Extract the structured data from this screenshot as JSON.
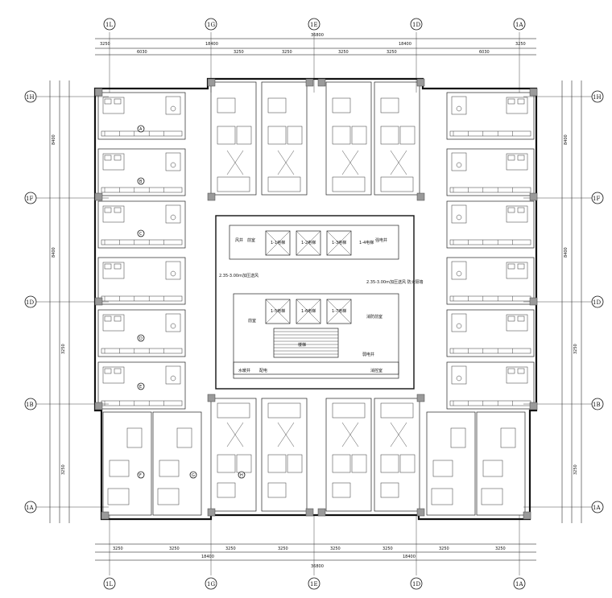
{
  "axes_top": [
    "1L",
    "1G",
    "1E",
    "1D",
    "1A"
  ],
  "axes_bottom": [
    "1L",
    "1G",
    "1E",
    "1D",
    "1A"
  ],
  "axes_left": [
    "1H",
    "1F",
    "1D",
    "1B",
    "1A"
  ],
  "axes_right": [
    "1H",
    "1F",
    "1D",
    "1B",
    "1A"
  ],
  "dims_top_row1": [
    "3250",
    "18400",
    "18400",
    "3250"
  ],
  "dims_top_row2": [
    "6030",
    "3250",
    "3250",
    "3250",
    "3250",
    "6030"
  ],
  "dims_top_total": "36800",
  "dims_bottom_row1": [
    "3250",
    "3250",
    "3250",
    "3250",
    "3250",
    "3250",
    "3250",
    "3250"
  ],
  "dims_bottom_row2": [
    "18400",
    "18400"
  ],
  "dims_bottom_total": "36800",
  "dims_left": [
    "3250",
    "8400",
    "8400",
    "3250"
  ],
  "dims_right": [
    "3250",
    "8400",
    "8400",
    "3250"
  ],
  "core_rooms": [
    "风井",
    "前室",
    "1-1电梯",
    "1-2电梯",
    "1-3电梯",
    "1-4电梯",
    "强电井",
    "弱电井",
    "1-5电梯",
    "1-6电梯",
    "1-7电梯",
    "消防前室",
    "楼梯",
    "水暖井",
    "配电",
    "消控室"
  ],
  "core_notes": [
    "2.35-3.00m加压送风",
    "2.35-3.00m加压送风 防火隔墙"
  ],
  "unit_labels": [
    "A",
    "B",
    "C",
    "D",
    "E",
    "F",
    "G",
    "H"
  ]
}
